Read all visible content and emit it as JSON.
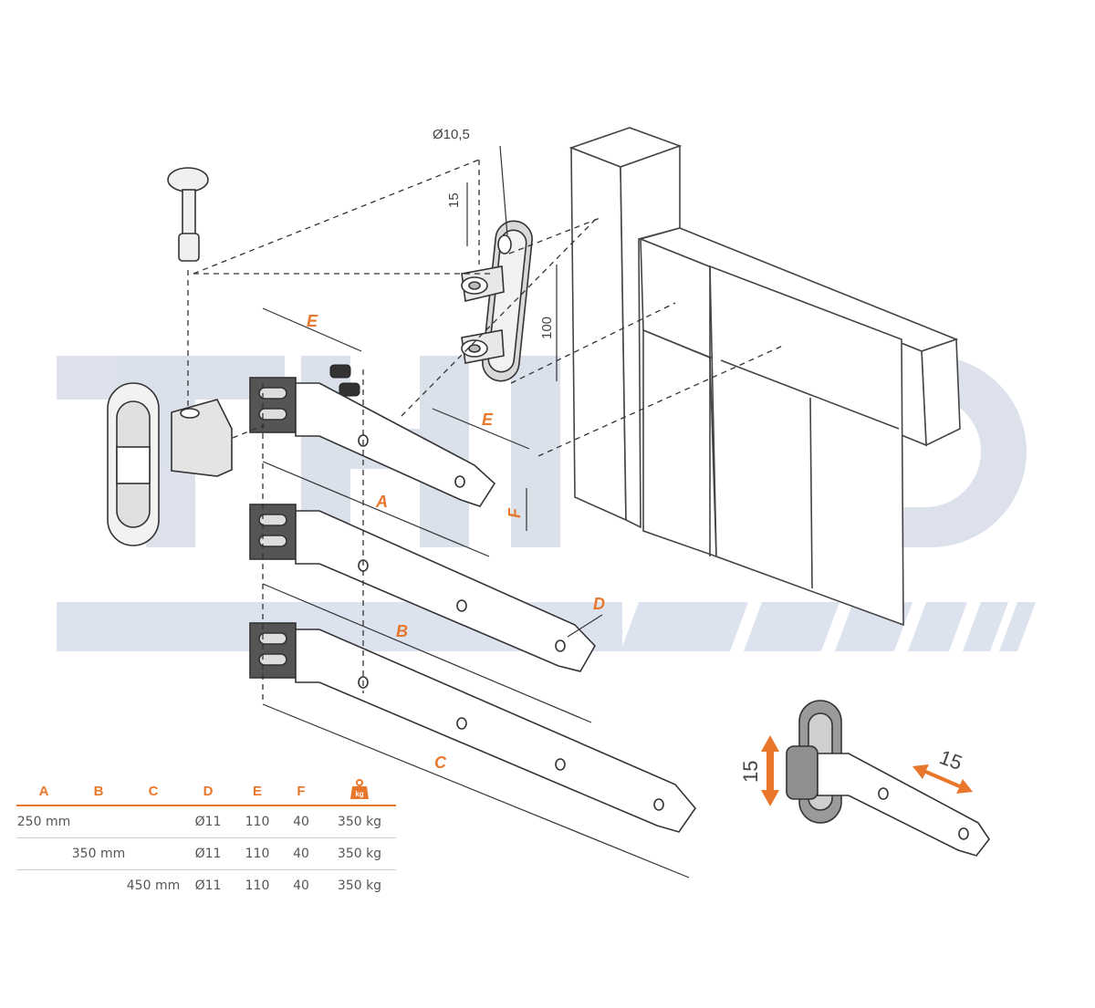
{
  "dimension_labels": {
    "hole_diameter": "Ø10,5",
    "plate_offset": "15",
    "plate_height": "100",
    "E": "E",
    "A": "A",
    "B": "B",
    "C": "C",
    "D": "D",
    "F": "F",
    "adjust_vertical": "15",
    "adjust_horizontal": "15"
  },
  "colors": {
    "accent": "#E8772B",
    "watermark": "#B9C4D9",
    "line": "#333333"
  },
  "table": {
    "headers": [
      "A",
      "B",
      "C",
      "D",
      "E",
      "F"
    ],
    "weight_icon_label": "kg",
    "rows": [
      {
        "A": "250 mm",
        "B": "",
        "C": "",
        "D": "Ø11",
        "E": "110",
        "F": "40",
        "load": "350 kg"
      },
      {
        "A": "",
        "B": "350 mm",
        "C": "",
        "D": "Ø11",
        "E": "110",
        "F": "40",
        "load": "350 kg"
      },
      {
        "A": "",
        "B": "",
        "C": "450 mm",
        "D": "Ø11",
        "E": "110",
        "F": "40",
        "load": "350 kg"
      }
    ]
  }
}
